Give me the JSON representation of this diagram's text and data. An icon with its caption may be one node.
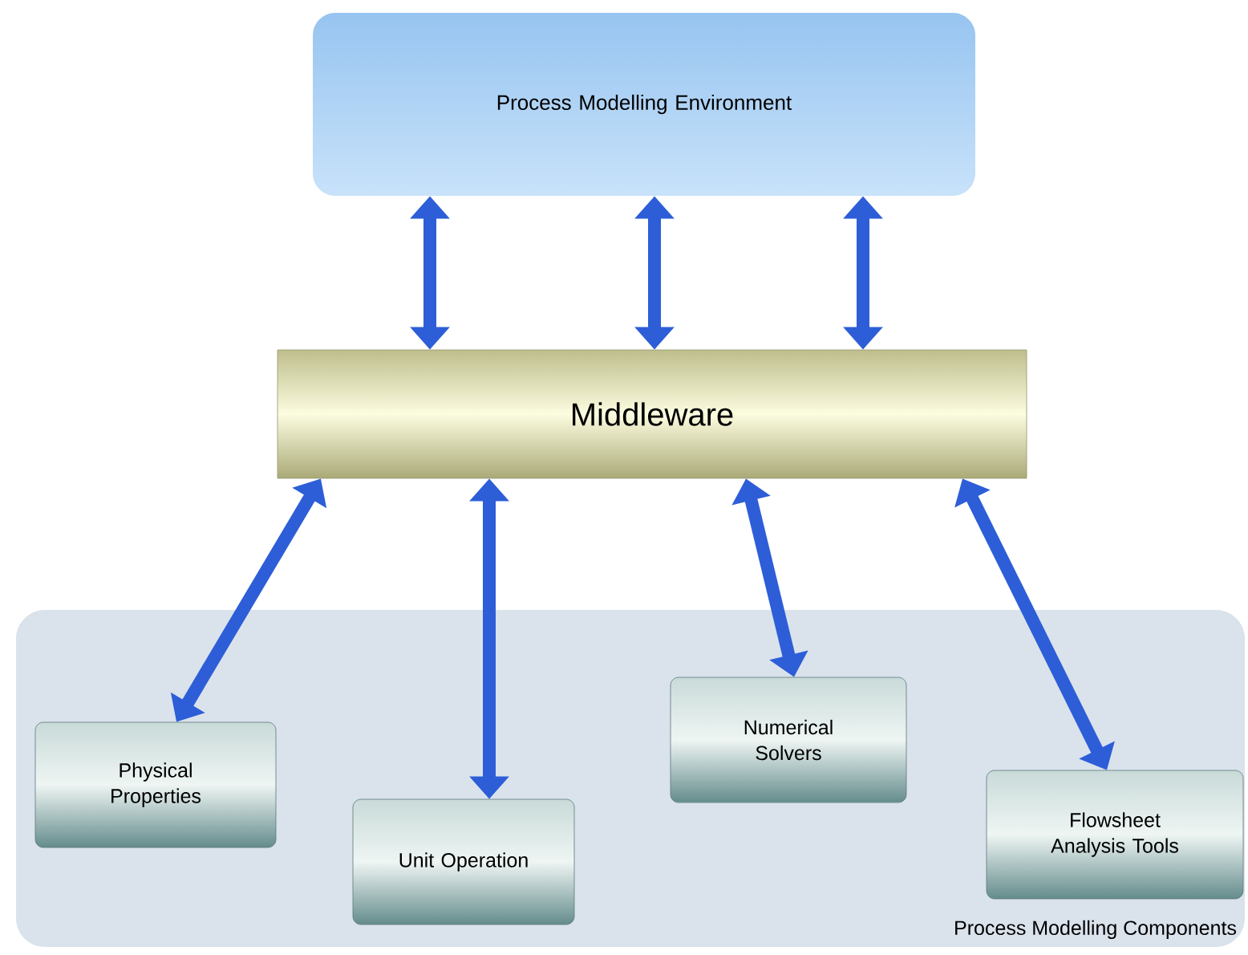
{
  "diagram": {
    "nodes": [
      {
        "text": [
          "Process Modelling Environment"
        ]
      },
      {
        "text": [
          "Middleware"
        ]
      },
      {
        "text": [
          "Process Modelling Components"
        ]
      },
      {
        "text": [
          "Physical Properties"
        ],
        "in": 2
      },
      {
        "text": [
          "Unit Operation"
        ],
        "in": 2
      },
      {
        "text": [
          "Numerical Solvers"
        ],
        "in": 2
      },
      {
        "text": [
          "Flowsheet Analysis Tools"
        ],
        "in": 2
      }
    ],
    "edges": [
      {
        "from": 1,
        "to": 0,
        "arrow": "both"
      },
      {
        "from": 1,
        "to": 0,
        "arrow": "both"
      },
      {
        "from": 1,
        "to": 0,
        "arrow": "both"
      },
      {
        "from": 1,
        "to": 3,
        "arrow": "both"
      },
      {
        "from": 1,
        "to": 4,
        "arrow": "both"
      },
      {
        "from": 1,
        "to": 5,
        "arrow": "both"
      },
      {
        "from": 1,
        "to": 6,
        "arrow": "both"
      }
    ]
  }
}
